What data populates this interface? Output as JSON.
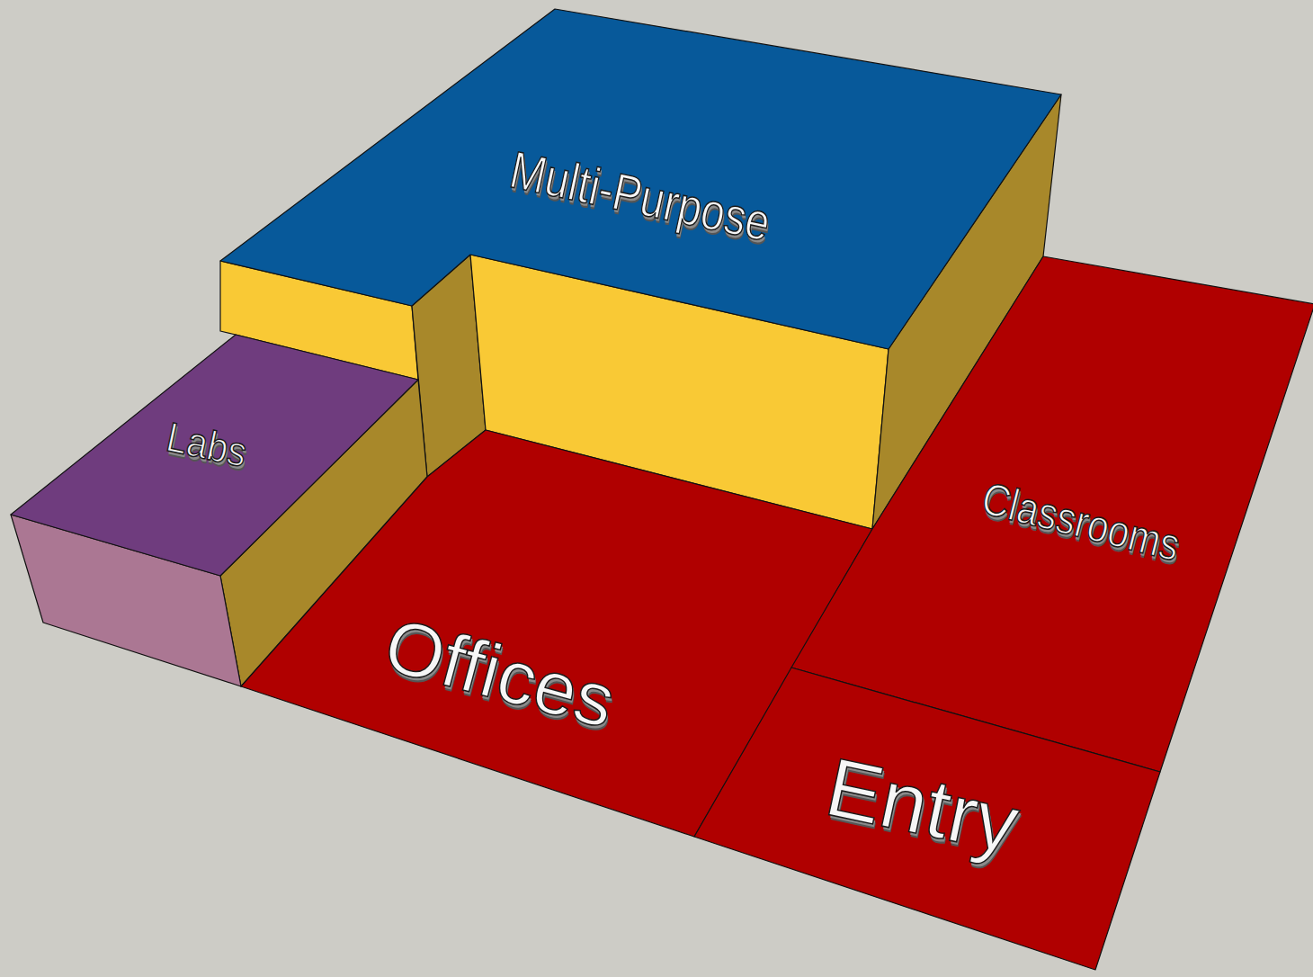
{
  "diagram": {
    "nodes": [
      {
        "text": [
          "Multi-Purpose"
        ]
      },
      {
        "text": [
          "Labs"
        ]
      },
      {
        "text": [
          "Offices"
        ]
      },
      {
        "text": [
          "Classrooms"
        ]
      },
      {
        "text": [
          "Entry"
        ]
      }
    ]
  }
}
